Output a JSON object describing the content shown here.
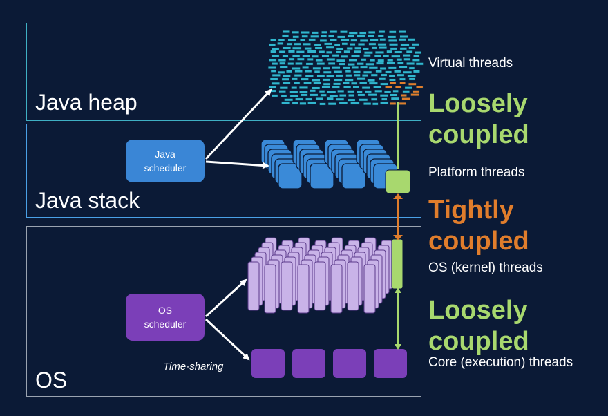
{
  "layers": {
    "heap": {
      "label": "Java heap"
    },
    "stack": {
      "label": "Java stack"
    },
    "os": {
      "label": "OS"
    }
  },
  "schedulers": {
    "java": {
      "label": "Java\nscheduler"
    },
    "os": {
      "label": "OS\nscheduler"
    }
  },
  "thread_labels": {
    "virtual": "Virtual threads",
    "platform": "Platform threads",
    "kernel": "OS (kernel) threads",
    "core": "Core (execution) threads"
  },
  "couplings": {
    "top": "Loosely coupled",
    "middle": "Tightly coupled",
    "bottom": "Loosely coupled"
  },
  "time_sharing": "Time-sharing",
  "colors": {
    "background": "#0b1a36",
    "heap_border": "#3fb0c4",
    "stack_border": "#4aa0e6",
    "os_border": "#9aa3b0",
    "virtual_thread": "#31b6cf",
    "virtual_highlight": "#e07d2c",
    "platform_thread": "#3a8ad8",
    "kernel_thread": "#c9b3e8",
    "core_thread": "#7b3fb8",
    "java_scheduler": "#3a86d6",
    "os_scheduler": "#7b3fb8",
    "loose_green": "#a8d86e",
    "tight_orange": "#e07d2c"
  }
}
